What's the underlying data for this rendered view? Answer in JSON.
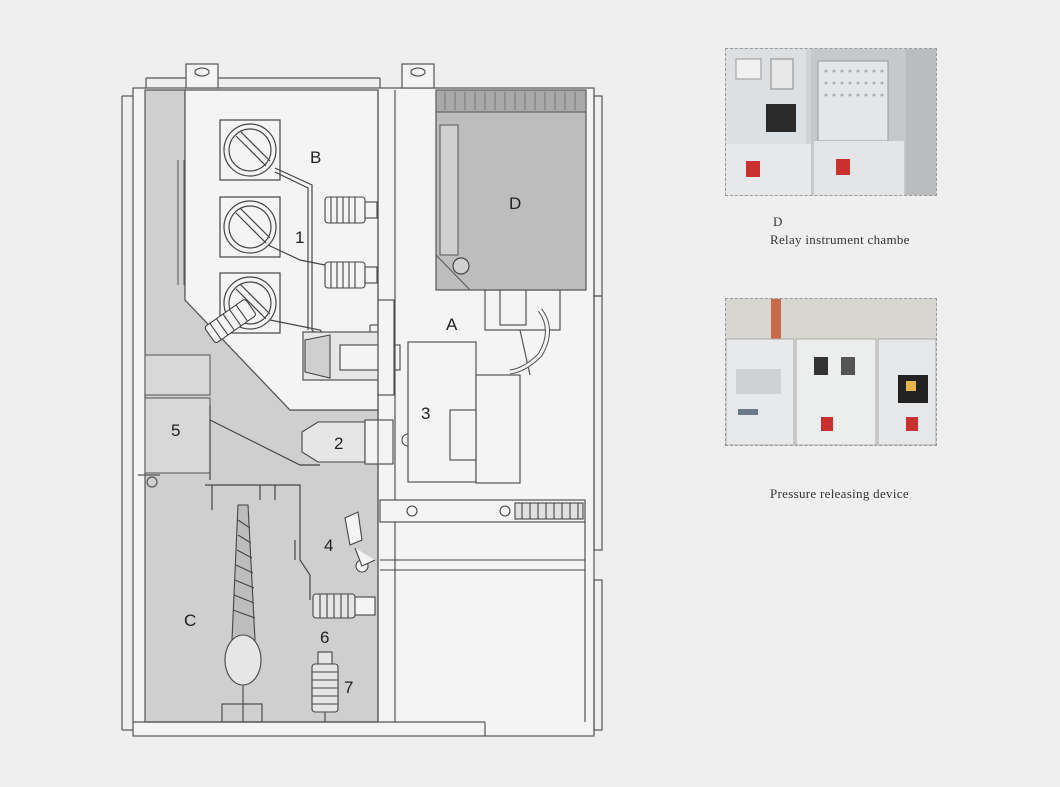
{
  "diagram": {
    "labels": {
      "B": "B",
      "D": "D",
      "A": "A",
      "C": "C",
      "n1": "1",
      "n2": "2",
      "n3": "3",
      "n4": "4",
      "n5": "5",
      "n6": "6",
      "n7": "7"
    }
  },
  "photos": {
    "top": {
      "letter": "D",
      "caption": "Relay instrument chambe"
    },
    "bottom": {
      "caption": "Pressure releasing device"
    }
  }
}
